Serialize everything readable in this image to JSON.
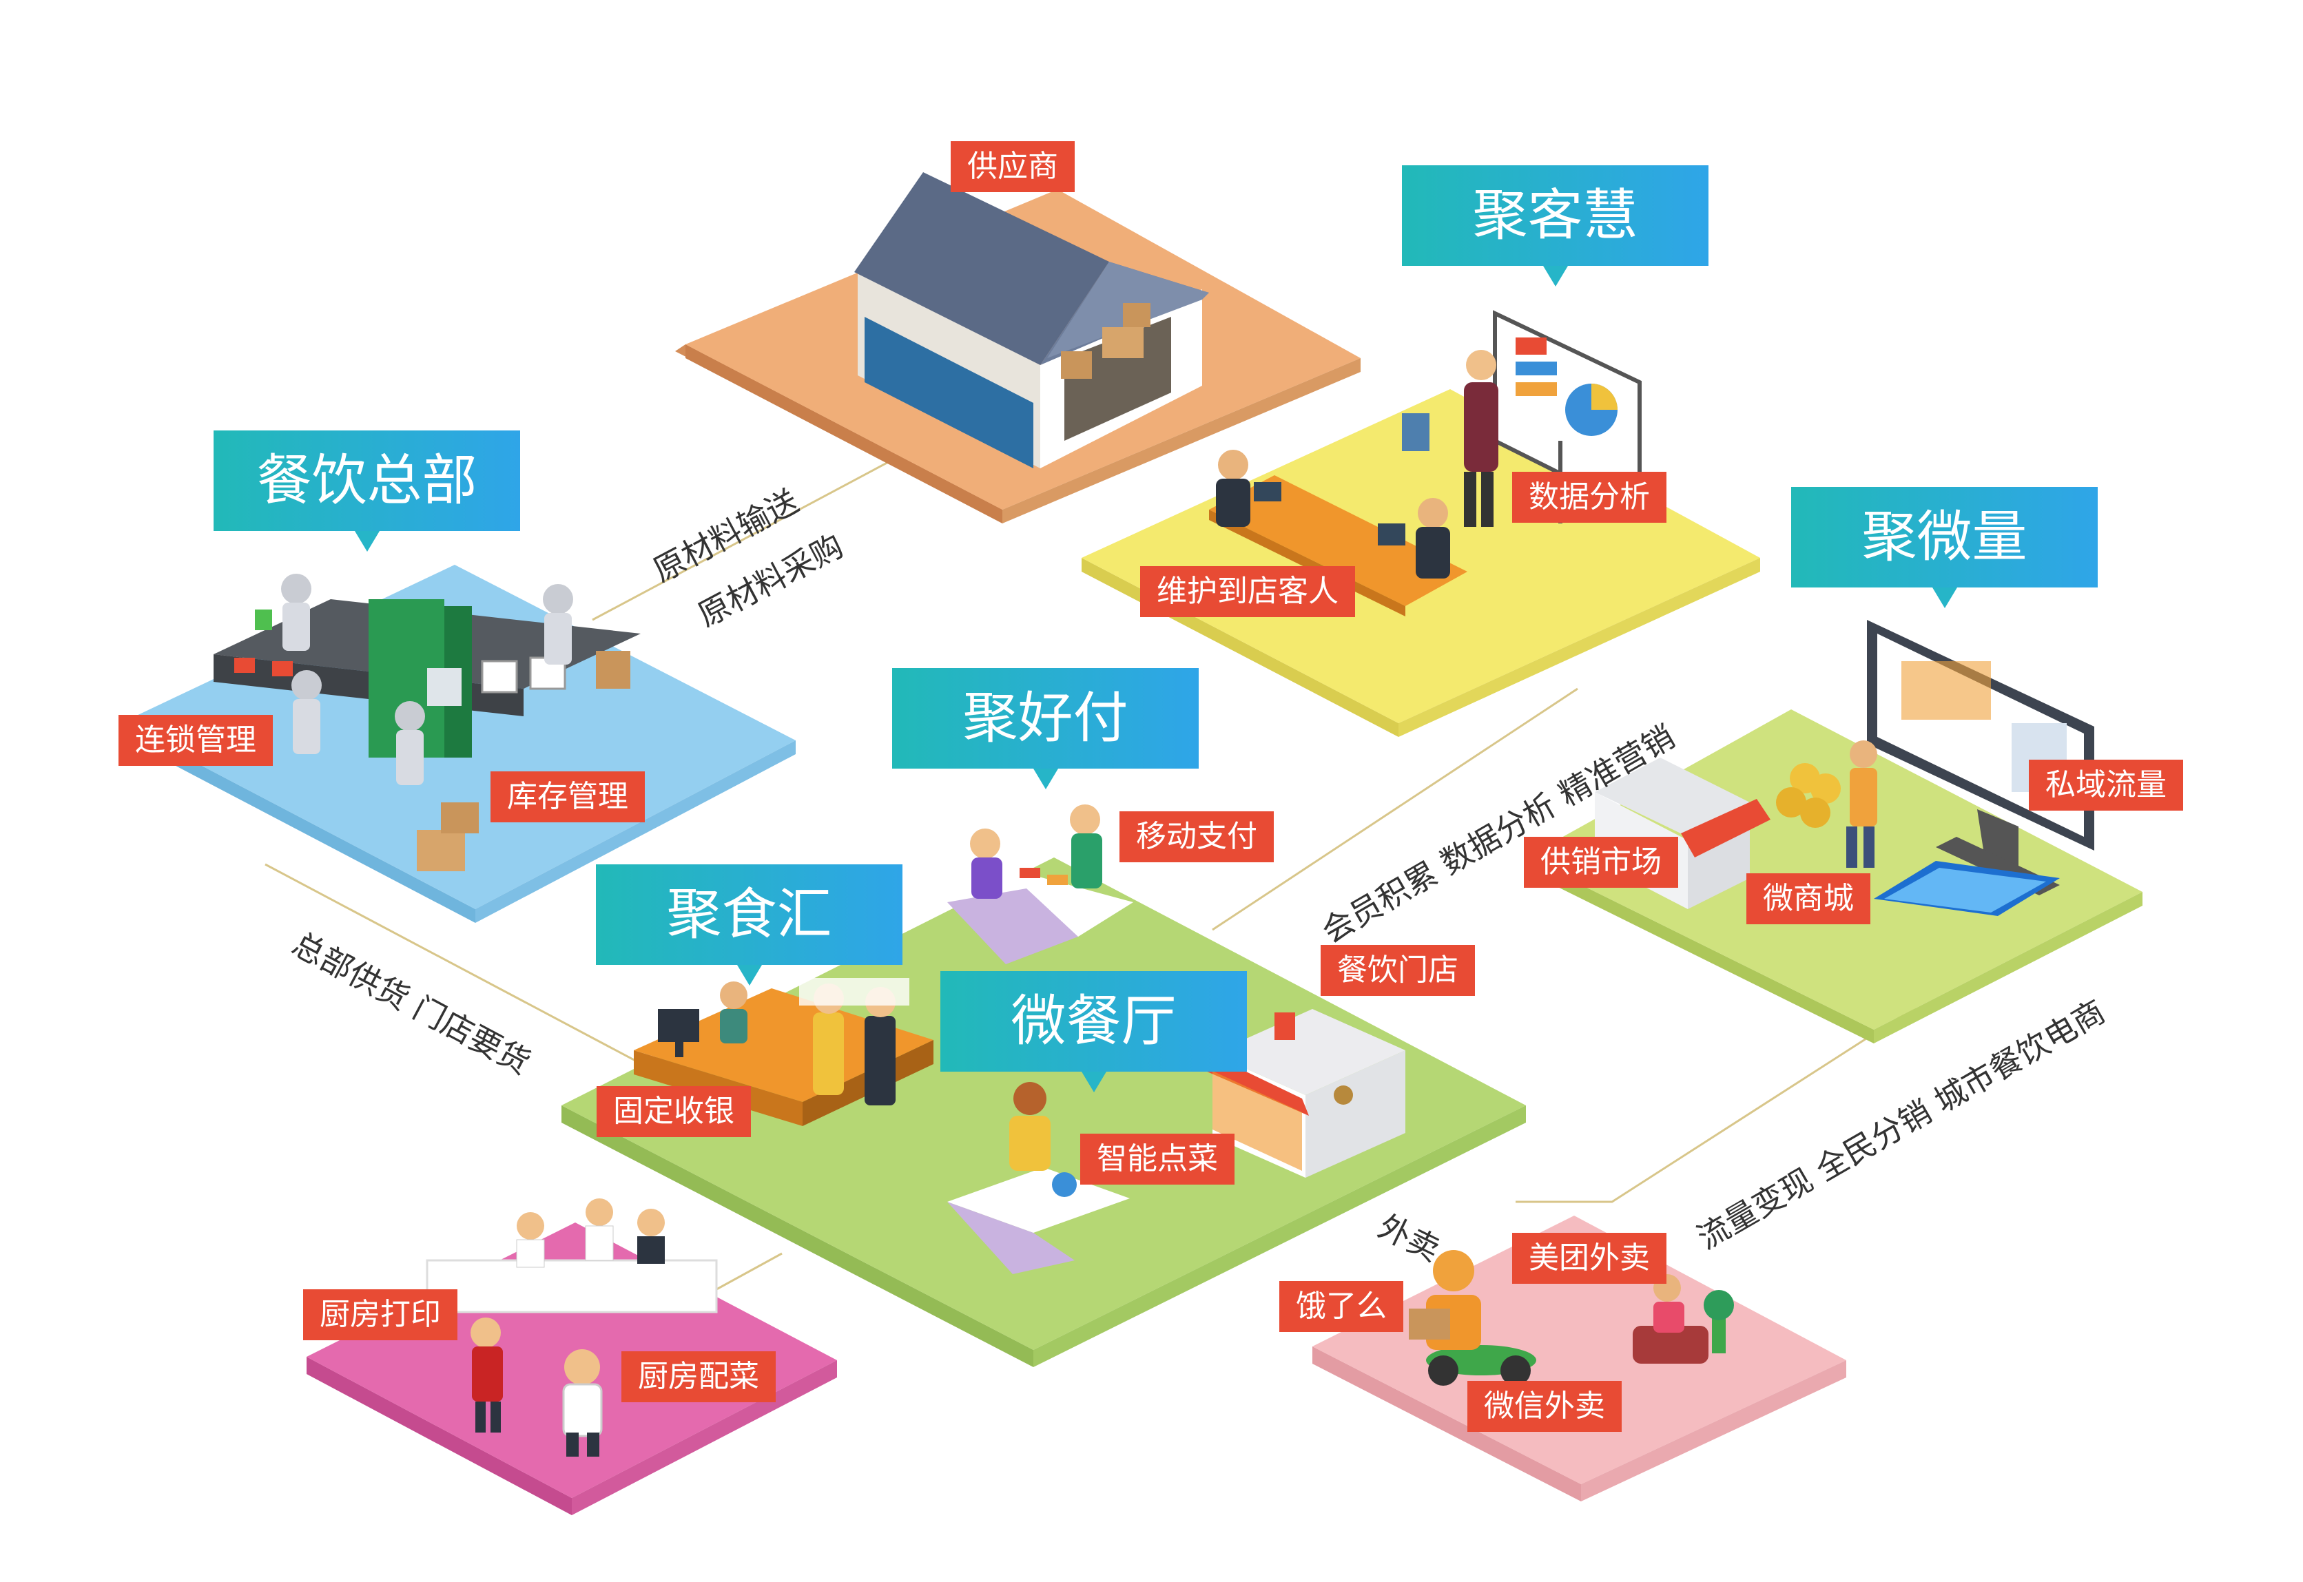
{
  "colors": {
    "tag_bg": "#e84b34",
    "header_from": "#22b9b8",
    "header_to": "#2fa5e8",
    "platform_supplier": "#f0ae78",
    "platform_analytics": "#f4ea6e",
    "platform_hq": "#94cff0",
    "platform_main": "#b5d774",
    "platform_micro": "#cfe27e",
    "platform_kitchen": "#e46aae",
    "platform_delivery": "#f5bcc0",
    "connector_line": "#d8c68a"
  },
  "modules": {
    "supplier": {
      "tag": "供应商"
    },
    "analytics": {
      "header": "聚客慧",
      "tags": [
        "数据分析",
        "维护到店客人"
      ]
    },
    "hq": {
      "header": "餐饮总部",
      "tags": [
        "连锁管理",
        "库存管理"
      ]
    },
    "micro": {
      "header": "聚微量",
      "tags": [
        "私域流量",
        "供销市场",
        "微商城"
      ]
    },
    "pay": {
      "header": "聚好付",
      "tags": [
        "移动支付"
      ]
    },
    "food": {
      "header": "聚食汇",
      "tags": [
        "固定收银"
      ]
    },
    "restaurant": {
      "header": "微餐厅",
      "tags": [
        "智能点菜",
        "餐饮门店"
      ]
    },
    "kitchen": {
      "tags": [
        "厨房打印",
        "厨房配菜"
      ]
    },
    "delivery": {
      "tags": [
        "美团外卖",
        "饿了么",
        "微信外卖"
      ]
    }
  },
  "flows": {
    "raw_transport": "原材料输送",
    "raw_purchase": "原材料采购",
    "hq_supply": "总部供货  门店要货",
    "marketing": "会员积累  数据分析  精准营销",
    "ecommerce": "流量变现  全民分销  城市餐饮电商",
    "takeout": "外卖"
  },
  "icons": [
    "warehouse-icon",
    "presentation-board-icon",
    "production-line-icon",
    "monitor-icon",
    "storefront-icon",
    "cafe-icon",
    "chef-icon",
    "delivery-scooter-icon"
  ]
}
